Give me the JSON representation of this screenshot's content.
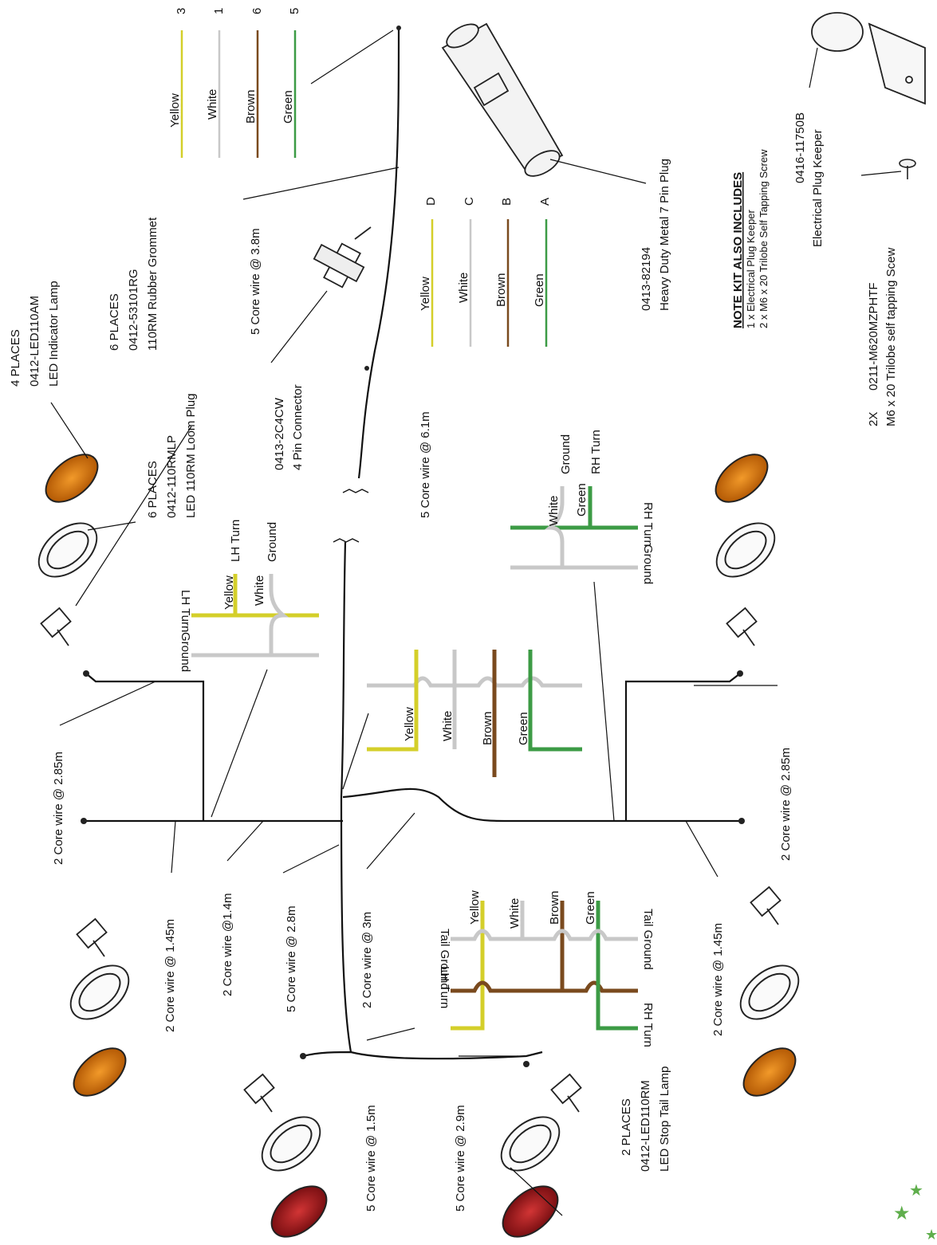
{
  "lamps": {
    "indicator": {
      "qty": "4 PLACES",
      "part": "0412-LED110AM",
      "desc": "LED Indicator Lamp"
    },
    "grommet": {
      "qty": "6 PLACES",
      "part": "0412-53101RG",
      "desc": "110RM Rubber Grommet"
    },
    "loom_plug": {
      "qty": "6 PLACES",
      "part": "0412-110RMLP",
      "desc": "LED 110RM Loom Plug"
    },
    "stop_tail": {
      "qty": "2 PLACES",
      "part": "0412-LED110RM",
      "desc": "LED Stop Tail Lamp"
    }
  },
  "connector": {
    "part": "0413-2C4CW",
    "desc": "4 Pin Connector"
  },
  "plug": {
    "part": "0413-82194",
    "desc": "Heavy Duty Metal 7 Pin Plug"
  },
  "keeper": {
    "part": "0416-11750B",
    "desc": "Electrical Plug Keeper"
  },
  "screw": {
    "qty": "2X",
    "part": "0211-M620MZPHTF",
    "desc": "M6 x 20 Trilobe self tapping Scew"
  },
  "note": {
    "heading": "NOTE KIT ALSO INCLUDES",
    "line1": "1 x Electrical Plug Keeper",
    "line2": "2 x M6 x 20 Trilobe Self Tapping Screw"
  },
  "wires": {
    "w_3_8": "5 Core wire @ 3.8m",
    "w_6_1": "5 Core wire @ 6.1m",
    "w_2_85_left": "2 Core wire @ 2.85m",
    "w_2_85_right": "2 Core wire @ 2.85m",
    "w_1_45_left": "2 Core wire @ 1.45m",
    "w_1_45_right": "2 Core wire @ 1.45m",
    "w_1_4": "2 Core wire @1.4m",
    "w_2_8": "5 Core wire @ 2.8m",
    "w_3": "2 Core wire @ 3m",
    "w_1_5": "5 Core wire @ 1.5m",
    "w_2_9": "5 Core wire @ 2.9m"
  },
  "plug_pins": [
    {
      "color": "Yellow",
      "num": "3",
      "hex": "#d4cf2a"
    },
    {
      "color": "White",
      "num": "1",
      "hex": "#c8c8c8"
    },
    {
      "color": "Brown",
      "num": "6",
      "hex": "#7a4a1e"
    },
    {
      "color": "Green",
      "num": "5",
      "hex": "#3c9b45"
    }
  ],
  "connector_pins": [
    {
      "color": "Yellow",
      "letter": "D",
      "hex": "#d4cf2a"
    },
    {
      "color": "White",
      "letter": "C",
      "hex": "#c8c8c8"
    },
    {
      "color": "Brown",
      "letter": "B",
      "hex": "#7a4a1e"
    },
    {
      "color": "Green",
      "letter": "A",
      "hex": "#3c9b45"
    }
  ],
  "junctions": {
    "lh": {
      "ground": "Ground",
      "turn": "LH Turn",
      "yellow": "Yellow",
      "lh_turn": "LH Turn",
      "white": "White",
      "ground2": "Ground"
    },
    "rh": {
      "ground": "Ground",
      "turn": "RH Turn",
      "white": "White",
      "green": "Green",
      "ground2": "Ground",
      "rh_turn": "RH Turn"
    },
    "main": {
      "yellow": "Yellow",
      "white": "White",
      "brown": "Brown",
      "green": "Green"
    },
    "tail": {
      "tail_ground_l": "Tail Ground",
      "lh_turn": "LH Turn",
      "rh_turn": "RH Turn",
      "tail_ground_r": "Tail Ground",
      "yellow": "Yellow",
      "white": "White",
      "brown": "Brown",
      "green": "Green"
    }
  }
}
